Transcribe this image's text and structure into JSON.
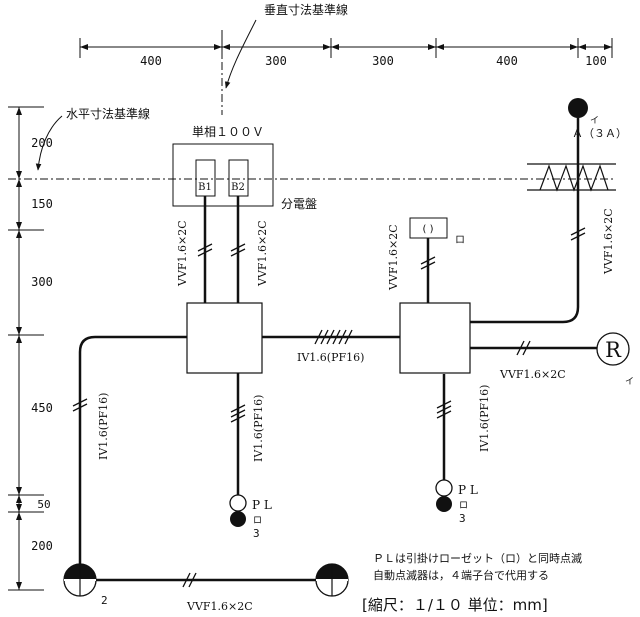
{
  "reference_lines": {
    "vertical": "垂直寸法基準線",
    "horizontal": "水平寸法基準線"
  },
  "dims_top": [
    "400",
    "300",
    "300",
    "400",
    "100"
  ],
  "dims_left": [
    "200",
    "150",
    "300",
    "450",
    "50",
    "200"
  ],
  "panel": {
    "title": "単相１００Ｖ",
    "label": "分電盤",
    "breakers": [
      "B1",
      "B2"
    ]
  },
  "cables": {
    "panel_left": "VVF1.6×2C",
    "panel_right": "VVF1.6×2C",
    "box_link": "IV1.6(PF16)",
    "left_conduit": "IV1.6(PF16)",
    "left_pl": "IV1.6(PF16)",
    "right_pl": "IV1.6(PF16)",
    "bottom": "VVF1.6×2C",
    "receptacle": "VVF1.6×2C",
    "switch_ro": "VVF1.6×2C",
    "lamp_i": "VVF1.6×2C"
  },
  "fixtures": {
    "i_lamp_tag": "イ",
    "i_lamp_rating": "Ａ（３Ａ）",
    "switch_box": "(    )",
    "switch_tag": "ロ",
    "receptacle_symbol": "R",
    "receptacle_tag": "イ",
    "pl_left": [
      "P L",
      "ロ",
      "3"
    ],
    "pl_right": [
      "P L",
      "ロ",
      "3"
    ],
    "bottom_left_tag": "2"
  },
  "notes": [
    "ＰＬは引掛けローゼット（ロ）と同時点滅",
    "自動点滅器は，４端子台で代用する"
  ],
  "scale": "[縮尺：１/１０  単位：mm]"
}
